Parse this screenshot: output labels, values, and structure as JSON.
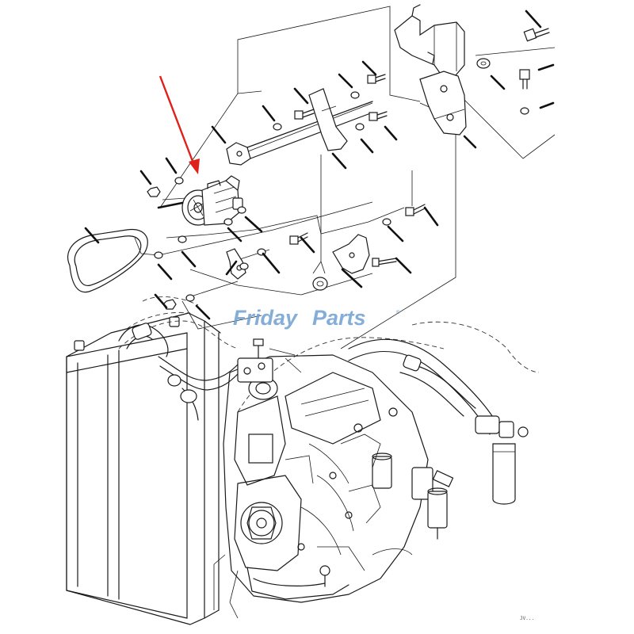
{
  "watermark": {
    "word1": "Friday",
    "word2": "Parts",
    "mark": "®",
    "color": "#6f9fd0"
  },
  "highlight_color": "#e0201a",
  "drawing_code": "JV...",
  "parts": [
    {
      "name": "drive-belt"
    },
    {
      "name": "ac-compressor",
      "highlighted": true
    },
    {
      "name": "compressor-bracket"
    },
    {
      "name": "bracket-plate"
    },
    {
      "name": "mounting-stay"
    },
    {
      "name": "idler-pulley"
    },
    {
      "name": "bolt"
    },
    {
      "name": "washer"
    },
    {
      "name": "nut"
    },
    {
      "name": "spacer-collar"
    }
  ]
}
